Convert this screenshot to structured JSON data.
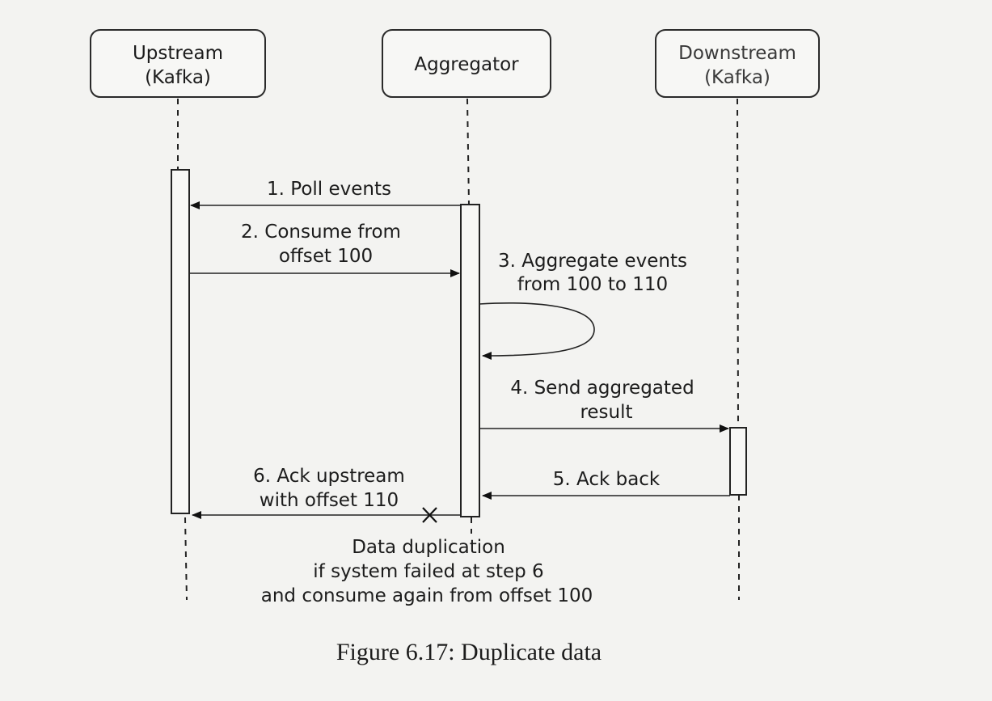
{
  "participants": {
    "upstream": [
      "Upstream",
      "(Kafka)"
    ],
    "aggregator": [
      "Aggregator"
    ],
    "downstream": [
      "Downstream",
      "(Kafka)"
    ]
  },
  "messages": {
    "m1": [
      "1. Poll events"
    ],
    "m2": [
      "2. Consume from",
      "offset 100"
    ],
    "m3": [
      "3. Aggregate events",
      "from 100 to 110"
    ],
    "m4": [
      "4. Send aggregated",
      "result"
    ],
    "m5": [
      "5. Ack back"
    ],
    "m6": [
      "6. Ack upstream",
      "with offset 110"
    ]
  },
  "note": [
    "Data duplication",
    "if system failed at step 6",
    "and consume again from offset 100"
  ],
  "caption": "Figure 6.17: Duplicate data"
}
